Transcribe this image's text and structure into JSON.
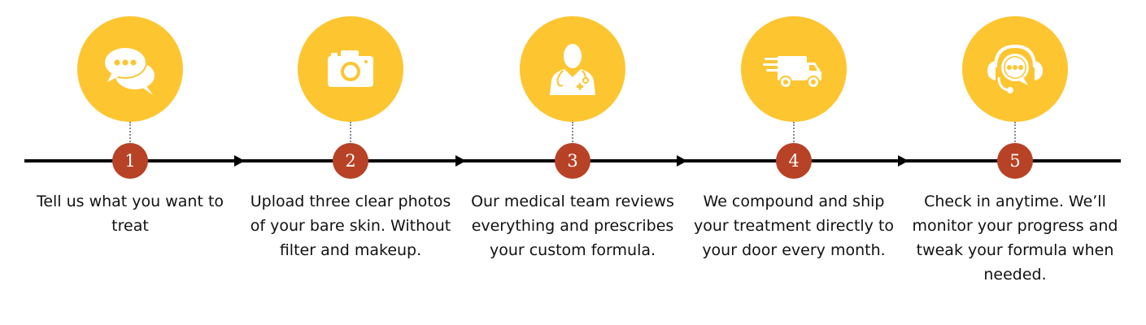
{
  "colors": {
    "icon_circle": "#fdc530",
    "number_badge": "#b84226",
    "timeline": "#000000"
  },
  "steps": [
    {
      "number": "1",
      "icon": "chat-bubbles-icon",
      "description": "Tell us what you want to treat"
    },
    {
      "number": "2",
      "icon": "camera-icon",
      "description": "Upload three clear photos of your bare skin. Without filter and makeup."
    },
    {
      "number": "3",
      "icon": "doctor-icon",
      "description": "Our medical team reviews everything and prescribes your custom formula."
    },
    {
      "number": "4",
      "icon": "delivery-truck-icon",
      "description": "We compound and ship your treatment directly to your door every month."
    },
    {
      "number": "5",
      "icon": "headset-support-icon",
      "description": "Check in anytime. We’ll monitor your progress and tweak your formula when needed."
    }
  ]
}
